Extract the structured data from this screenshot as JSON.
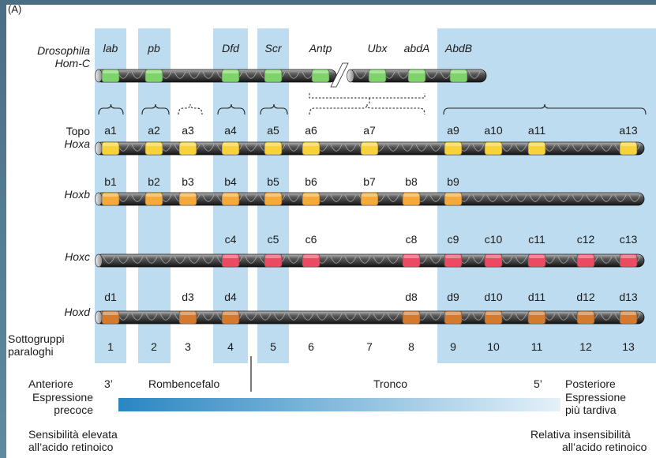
{
  "panel_label": "(A)",
  "drosophila": {
    "species": "Drosophila",
    "complex": "Hom-C",
    "genes": [
      "lab",
      "pb",
      "Dfd",
      "Scr",
      "Antp",
      "Ubx",
      "abdA",
      "AbdB"
    ]
  },
  "clusters": [
    {
      "name": "Hoxa",
      "prefix": "Topo",
      "genes": [
        "a1",
        "a2",
        "a3",
        "a4",
        "a5",
        "a6",
        "a7",
        "a9",
        "a10",
        "a11",
        "a13"
      ],
      "color": "#f7d23a"
    },
    {
      "name": "Hoxb",
      "genes": [
        "b1",
        "b2",
        "b3",
        "b4",
        "b5",
        "b6",
        "b7",
        "b8",
        "b9"
      ],
      "color": "#f5a93a"
    },
    {
      "name": "Hoxc",
      "genes": [
        "c4",
        "c5",
        "c6",
        "c8",
        "c9",
        "c10",
        "c11",
        "c12",
        "c13"
      ],
      "color": "#ec4a62"
    },
    {
      "name": "Hoxd",
      "genes": [
        "d1",
        "d3",
        "d4",
        "d8",
        "d9",
        "d10",
        "d11",
        "d12",
        "d13"
      ],
      "color": "#d47a2e"
    }
  ],
  "paralog_label": [
    "Sottogruppi",
    "paraloghi"
  ],
  "paralog_groups": [
    "1",
    "2",
    "3",
    "4",
    "5",
    "6",
    "7",
    "8",
    "9",
    "10",
    "11",
    "12",
    "13"
  ],
  "axis": {
    "anterior": "Anteriore",
    "end_3": "3’",
    "region_1": "Rombencefalo",
    "region_2": "Tronco",
    "end_5": "5’",
    "posterior": "Posteriore",
    "early": [
      "Espressione",
      "precoce"
    ],
    "late": [
      "Espressione",
      "più tardiva"
    ],
    "high_sens": [
      "Sensibilità elevata",
      "all’acido retinoico"
    ],
    "low_sens": [
      "Relativa insensibilità",
      "all’acido retinoico"
    ]
  },
  "colors": {
    "shade": "#bddcef",
    "drosophila_gene": "#7ed36a",
    "gradient_start": "#2a86c2",
    "gradient_end": "#e4f1f9"
  }
}
